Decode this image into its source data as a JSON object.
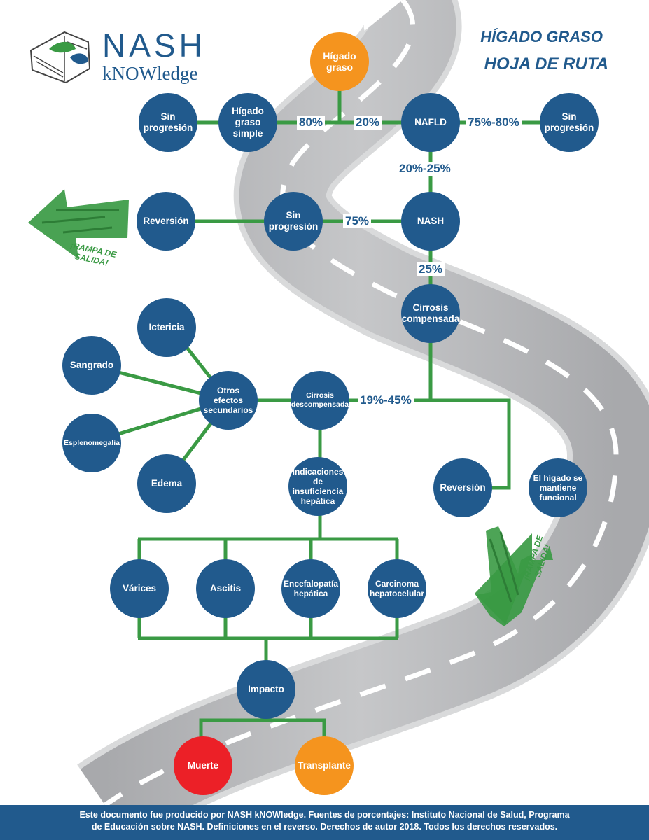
{
  "logo": {
    "word1": "NASH",
    "word2": "kNOWledge"
  },
  "title": {
    "line1": "HÍGADO GRASO",
    "line2": "HOJA DE RUTA"
  },
  "nodes": {
    "higado_graso": "Hígado graso",
    "sin_progresion_left": "Sin progresión",
    "higado_graso_simple": "Hígado graso simple",
    "nafld": "NAFLD",
    "sin_progresion_right": "Sin progresión",
    "reversion_top": "Reversión",
    "sin_progresion_mid": "Sin progresión",
    "nash": "NASH",
    "cirrosis_compensada": "Cirrosis compensada",
    "ictericia": "Ictericia",
    "sangrado": "Sangrado",
    "esplenomegalia": "Esplenomegalia",
    "edema": "Edema",
    "otros_efectos": "Otros efectos secundarios",
    "cirrosis_descompensada": "Cirrosis descompensada",
    "indicaciones": "Indicaciones de insuficiencia hepática",
    "reversion_bottom": "Reversión",
    "higado_funcional": "El hígado se mantiene funcional",
    "varices": "Várices",
    "ascitis": "Ascitis",
    "encefalopatia": "Encefalopatía hepática",
    "carcinoma": "Carcinoma hepatocelular",
    "impacto": "Impacto",
    "muerte": "Muerte",
    "transplante": "Transplante"
  },
  "percentages": {
    "p80": "80%",
    "p20": "20%",
    "p75_80": "75%-80%",
    "p20_25": "20%-25%",
    "p75": "75%",
    "p25": "25%",
    "p19_45": "19%-45%"
  },
  "ramps": {
    "top": "¡RAMPA DE SALIDA!",
    "bottom": "¡RAMPA DE SALIDA!"
  },
  "footer": {
    "line1": "Este documento fue producido por NASH kNOWledge. Fuentes de porcentajes: Instituto Nacional de Salud,  Programa",
    "line2": "de Educación sobre NASH. Definiciones en el reverso. Derechos de autor 2018. Todos los derechos reservados."
  },
  "colors": {
    "node_blue": "#215a8d",
    "connector_green": "#3a9a44",
    "start_orange": "#f5941e",
    "death_red": "#ec2027",
    "road_gray": "#bcbdc0"
  },
  "icons": {
    "logo": "open-book-icon",
    "ramp": "arrow-icon"
  }
}
